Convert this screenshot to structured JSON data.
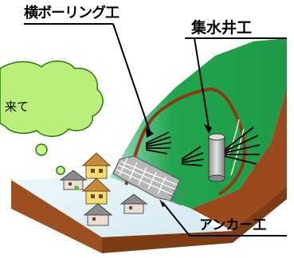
{
  "labels": {
    "horizontal_boring": "横ボーリング工",
    "water_well": "集水井工",
    "anchor": "アンカー工"
  },
  "speech_bubble": {
    "text": "来て"
  },
  "colors": {
    "slope_green": "#1fa24a",
    "soil_brown": "#9a4a1c",
    "ground": "#d6ecf3",
    "bubble": "#b9ef7a",
    "slip_line": "#8b3a12"
  }
}
